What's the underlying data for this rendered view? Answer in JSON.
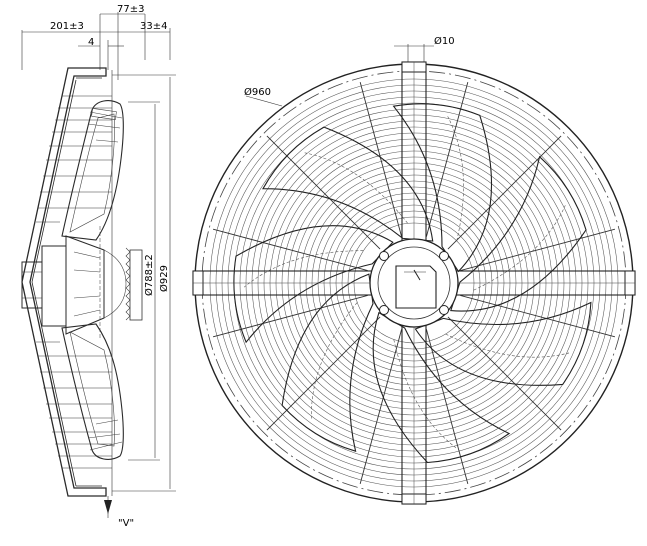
{
  "side_view": {
    "dims": {
      "overall_depth": "201±3",
      "motor_offset": "4",
      "hub_width": "77±3",
      "flange": "33±4",
      "blade_diameter": "Ø788±2",
      "frame_diameter": "Ø929"
    },
    "view_label": "\"V\""
  },
  "front_view": {
    "dims": {
      "guard_diameter": "Ø960",
      "mount_hole": "Ø10"
    },
    "blade_count": 7
  }
}
